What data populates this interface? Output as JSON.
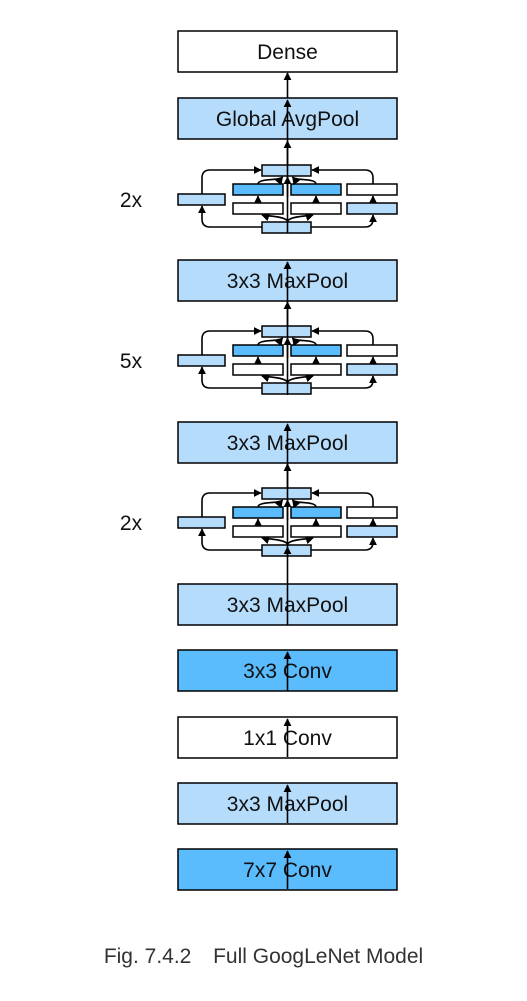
{
  "diagram": {
    "colors": {
      "white": "#ffffff",
      "light_blue": "#b6dcfc",
      "blue": "#5bbcfd",
      "stroke": "#000000"
    },
    "layers": [
      {
        "id": "dense",
        "label": "Dense",
        "fill": "white"
      },
      {
        "id": "global-avgpool",
        "label": "Global AvgPool",
        "fill": "light_blue"
      },
      {
        "id": "inception-3",
        "repeat_label": "2x",
        "type": "inception"
      },
      {
        "id": "maxpool-4",
        "label": "3x3 MaxPool",
        "fill": "light_blue"
      },
      {
        "id": "inception-2",
        "repeat_label": "5x",
        "type": "inception"
      },
      {
        "id": "maxpool-3",
        "label": "3x3 MaxPool",
        "fill": "light_blue"
      },
      {
        "id": "inception-1",
        "repeat_label": "2x",
        "type": "inception"
      },
      {
        "id": "maxpool-2",
        "label": "3x3 MaxPool",
        "fill": "light_blue"
      },
      {
        "id": "conv-3x3",
        "label": "3x3 Conv",
        "fill": "blue"
      },
      {
        "id": "conv-1x1",
        "label": "1x1 Conv",
        "fill": "white"
      },
      {
        "id": "maxpool-1",
        "label": "3x3 MaxPool",
        "fill": "light_blue"
      },
      {
        "id": "conv-7x7",
        "label": "7x7 Conv",
        "fill": "blue"
      }
    ]
  },
  "caption": {
    "figure_number": "Fig. 7.4.2",
    "title": "Full GoogLeNet Model"
  }
}
